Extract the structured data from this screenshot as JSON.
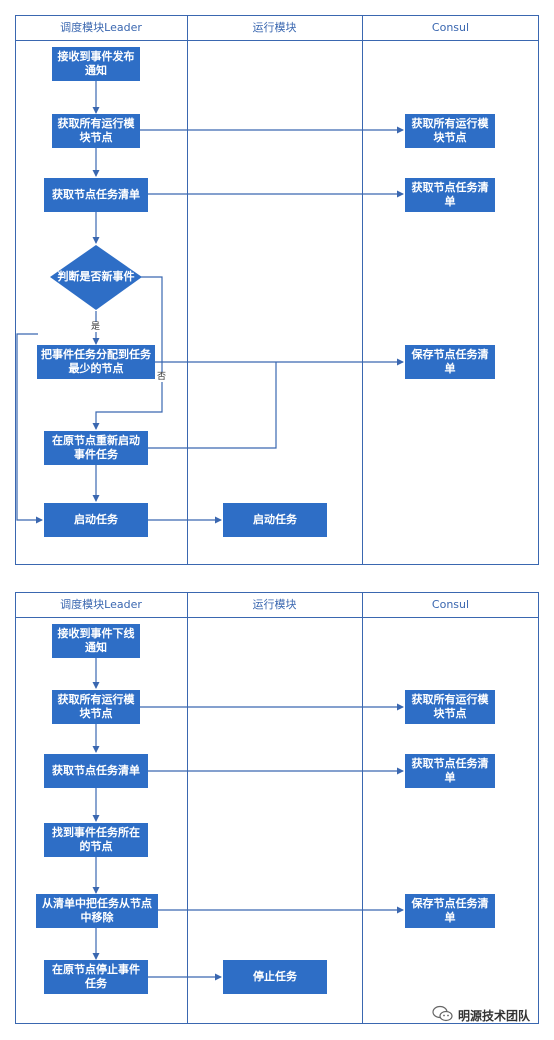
{
  "diagram1": {
    "lanes": [
      "调度模块Leader",
      "运行模块",
      "Consul"
    ],
    "nodes": {
      "receive_publish": "接收到事件发布通知",
      "get_nodes": "获取所有运行模块节点",
      "get_tasks": "获取节点任务清单",
      "is_new": "判断是否新事件",
      "assign": "把事件任务分配到任务最少的节点",
      "restart": "在原节点重新启动事件任务",
      "start_leader": "启动任务",
      "start_run": "启动任务",
      "consul_get_nodes": "获取所有运行模块节点",
      "consul_get_tasks": "获取节点任务清单",
      "consul_save": "保存节点任务清单"
    },
    "edge_labels": {
      "yes": "是",
      "no": "否"
    }
  },
  "diagram2": {
    "lanes": [
      "调度模块Leader",
      "运行模块",
      "Consul"
    ],
    "nodes": {
      "receive_offline": "接收到事件下线通知",
      "get_nodes": "获取所有运行模块节点",
      "get_tasks": "获取节点任务清单",
      "find_node": "找到事件任务所在的节点",
      "remove": "从清单中把任务从节点中移除",
      "stop_leader": "在原节点停止事件任务",
      "stop_run": "停止任务",
      "consul_get_nodes": "获取所有运行模块节点",
      "consul_get_tasks": "获取节点任务清单",
      "consul_save": "保存节点任务清单"
    }
  },
  "watermark": "明源技术团队"
}
